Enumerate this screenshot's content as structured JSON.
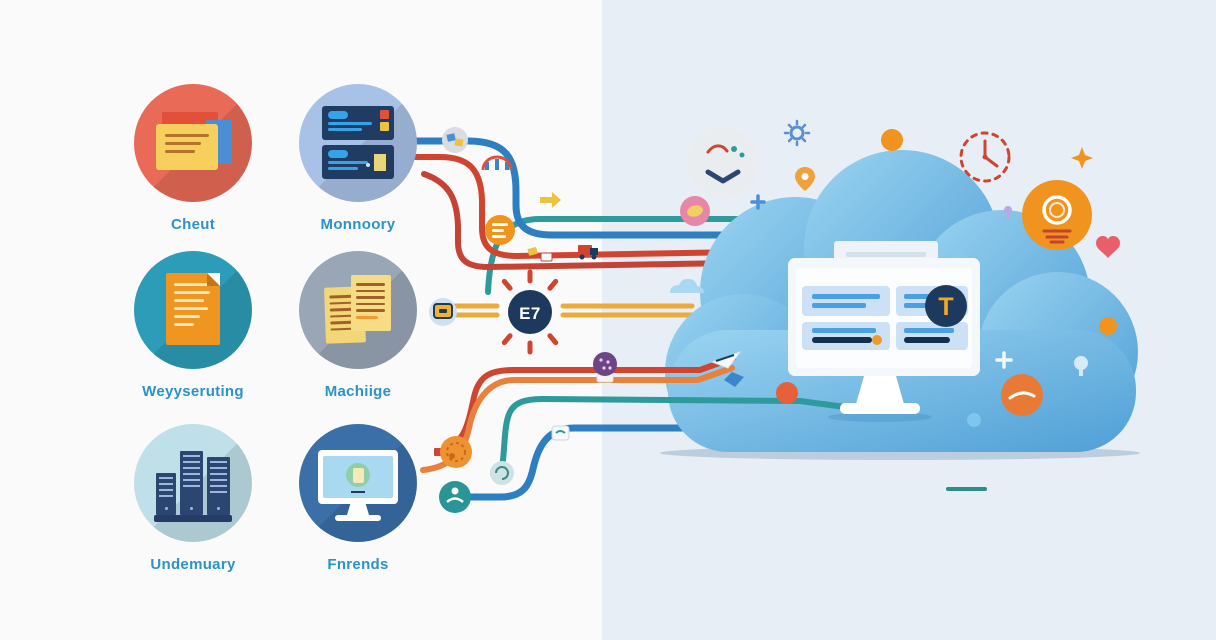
{
  "illustration": {
    "title_hint": "data sources flowing into a cloud platform",
    "sources": [
      {
        "label": "Cheut",
        "icon": "documents-stack-icon",
        "circle_color": "#e96a57"
      },
      {
        "label": "Monnoory",
        "icon": "contact-cards-icon",
        "circle_color": "#a8c1e6"
      },
      {
        "label": "Weyyseruting",
        "icon": "orange-document-icon",
        "circle_color": "#2d9cb8"
      },
      {
        "label": "Machiige",
        "icon": "sticky-notes-icon",
        "circle_color": "#98a6b6"
      },
      {
        "label": "Undemuary",
        "icon": "server-stack-icon",
        "circle_color": "#bfdfe9"
      },
      {
        "label": "Fnrends",
        "icon": "desktop-computer-icon",
        "circle_color": "#3a6fa8"
      }
    ],
    "hub_badge": {
      "label": "E7",
      "color": "#1d3a5e",
      "text_color": "#ffffff"
    },
    "cloud": {
      "monitor_badge": {
        "label": "T",
        "color": "#1d3a5e",
        "text_color": "#f0a922"
      }
    },
    "palette": {
      "bg_left": "#fafafa",
      "bg_right": "#e7eef5",
      "label_teal": "#2b93c9",
      "line_blue": "#2d7fc2",
      "line_red": "#d0452f",
      "line_teal": "#2f9a9b",
      "line_orange": "#e8813c",
      "hub_line_amber": "#ecaa3c",
      "cloud_blue_light": "#9bd4f1",
      "cloud_blue_dark": "#4f9fd6",
      "navy": "#1d3a5e",
      "accent_orange": "#f0941f"
    }
  }
}
